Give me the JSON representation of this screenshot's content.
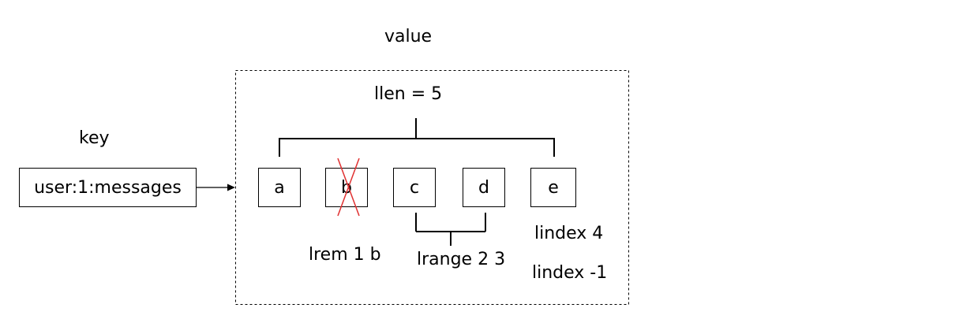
{
  "value_label": "value",
  "key_label": "key",
  "key_name": "user:1:messages",
  "llen_label": "llen = 5",
  "items": [
    "a",
    "b",
    "c",
    "d",
    "e"
  ],
  "lrem_label": "lrem 1 b",
  "lrange_label": "lrange 2 3",
  "lindex_pos_label": "lindex 4",
  "lindex_neg_label": "lindex -1",
  "colors": {
    "strike": "#e03030",
    "line": "#000000"
  }
}
